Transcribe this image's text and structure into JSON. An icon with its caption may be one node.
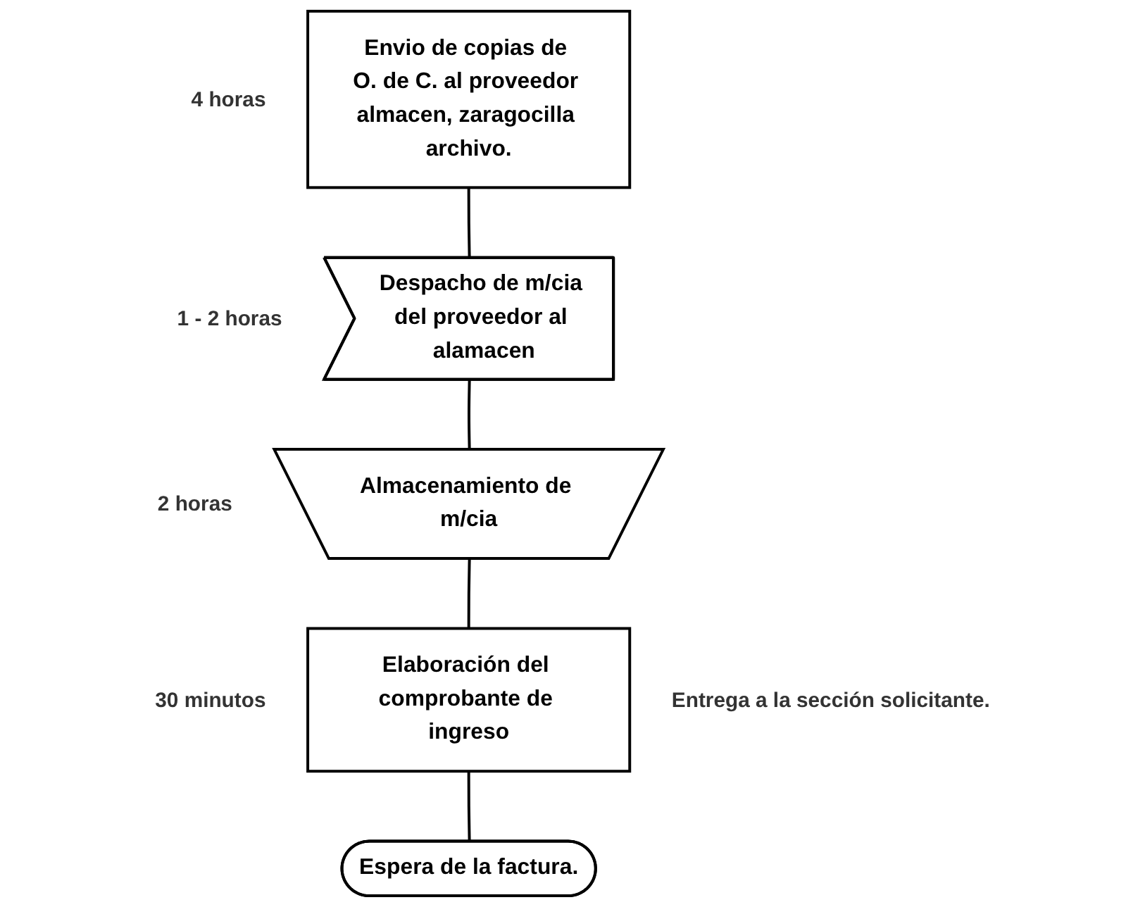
{
  "diagram": {
    "nodes": [
      {
        "text": [
          "Envio de copias de O. de C. al proveedor almacen, zaragocilla archivo."
        ],
        "beside": [
          "4 horas"
        ]
      },
      {
        "text": [
          "Despacho de m/cia del proveedor al alamacen"
        ],
        "beside": [
          "1 - 2 horas"
        ]
      },
      {
        "text": [
          "Almacenamiento de m/cia"
        ],
        "beside": [
          "2 horas"
        ]
      },
      {
        "text": [
          "Elaboración del comprobante de ingreso"
        ],
        "beside": [
          "30 minutos",
          "Entrega a la sección solicitante."
        ]
      },
      {
        "text": [
          "Espera de la factura."
        ]
      }
    ],
    "edges": [
      {
        "from": 0,
        "to": 1,
        "arrow": "none"
      },
      {
        "from": 1,
        "to": 2,
        "arrow": "none"
      },
      {
        "from": 2,
        "to": 3,
        "arrow": "none"
      },
      {
        "from": 3,
        "to": 4,
        "arrow": "none"
      }
    ]
  }
}
